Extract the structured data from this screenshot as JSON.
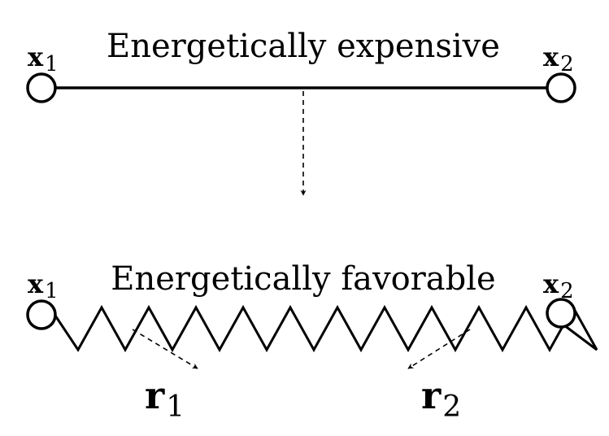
{
  "top": {
    "title": "Energetically expensive",
    "left_node": {
      "base": "x",
      "sub": "1"
    },
    "right_node": {
      "base": "x",
      "sub": "2"
    }
  },
  "bottom": {
    "title": "Energetically favorable",
    "left_node": {
      "base": "x",
      "sub": "1"
    },
    "right_node": {
      "base": "x",
      "sub": "2"
    },
    "vector_left": {
      "base": "r",
      "sub": "1"
    },
    "vector_right": {
      "base": "r",
      "sub": "2"
    }
  },
  "colors": {
    "stroke": "#000000",
    "node_fill": "#ffffff"
  }
}
